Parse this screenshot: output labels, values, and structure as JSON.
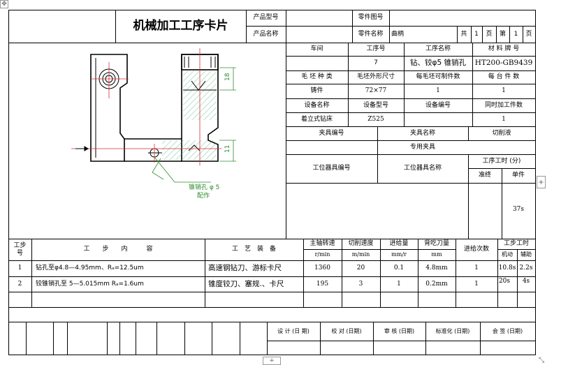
{
  "header": {
    "title": "机械加工工序卡片",
    "product_model_label": "产品型号",
    "product_name_label": "产品名称",
    "part_drawing_no_label": "零件图号",
    "part_name_label": "零件名称",
    "part_name_value": "曲柄",
    "total_label": "共",
    "total_pages": "1",
    "page_unit": "页",
    "current_label": "第",
    "current_page": "1",
    "page_unit2": "页"
  },
  "info": {
    "workshop_label": "车间",
    "op_no_label": "工序号",
    "op_name_label": "工序名称",
    "material_label": "材 料 牌 号",
    "op_no_value": "7",
    "op_name_value": "钻、铰φ5 锥销孔",
    "material_value": "HT200-GB9439",
    "blank_type_label": "毛 坯 种 类",
    "blank_size_label": "毛坯外形尺寸",
    "parts_per_blank_label": "每毛坯可制件数",
    "per_unit_label": "每 台 件 数",
    "blank_type_value": "铸件",
    "blank_size_value": "72×77",
    "parts_per_blank_value": "1",
    "per_unit_value": "1",
    "equip_name_label": "设备名称",
    "equip_model_label": "设备型号",
    "equip_no_label": "设备编号",
    "simul_label": "同时加工件数",
    "equip_name_value": "着立式钻床",
    "equip_model_value": "Z525",
    "simul_value": "1",
    "fixture_no_label": "夹具编号",
    "fixture_name_label": "夹具名称",
    "coolant_label": "切削液",
    "fixture_name_value": "专用夹具",
    "station_tool_no_label": "工位器具编号",
    "station_tool_name_label": "工位器具名称",
    "op_time_label": "工序工时 (分)",
    "prep_label": "准终",
    "unit_label": "单件",
    "unit_value": "37s"
  },
  "drawing": {
    "label_pin_hole": "锥销孔 φ 5",
    "label_match": "配作",
    "dim_top": "18",
    "dim_bottom": "11"
  },
  "steps": {
    "headers": {
      "step_no": "工步号",
      "content": "工　　步　　内　　　容",
      "equipment": "工　艺　装　备",
      "spindle_speed": "主轴转速",
      "spindle_unit": "r/min",
      "cut_speed": "切削速度",
      "cut_speed_unit": "m/min",
      "feed": "进给量",
      "feed_unit": "mm/r",
      "depth": "背吃刀量",
      "depth_unit": "mm",
      "feed_times": "进给次数",
      "step_time": "工步工时",
      "machine": "机动",
      "aux": "辅助"
    },
    "rows": [
      {
        "no": "1",
        "content": "钻孔至φ4.8—4.95mm、Rₐ=12.5um",
        "equipment": "高速钢钻刀、游标卡尺",
        "speed": "1360",
        "cut": "20",
        "feed": "0.1",
        "depth": "4.8mm",
        "times": "1",
        "machine": "10.8s",
        "aux": "2.2s"
      },
      {
        "no": "2",
        "content": "铰锥销孔至 5—5.015mm Rₐ=1.6um",
        "equipment": "锥度铰刀、塞规.、卡尺",
        "speed": "195",
        "cut": "3",
        "feed": "1",
        "depth": "0.2mm",
        "times": "1",
        "machine": "20s",
        "aux": "4s"
      }
    ]
  },
  "footer": {
    "design": "设 计 (日 期)",
    "check": "校 对 (日期)",
    "review": "审 核 (日期)",
    "standard": "标准化 (日期)",
    "sign": "会 签 (日期)"
  },
  "ui": {
    "move_handle": "✥",
    "add_row": "+",
    "add_col": "+",
    "resize": "⤡"
  }
}
